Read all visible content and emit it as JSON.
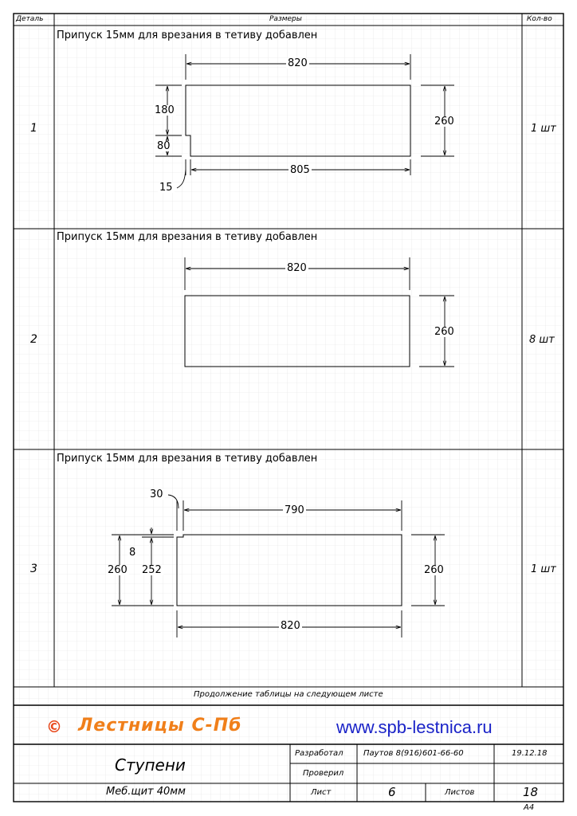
{
  "header": {
    "col_detail": "Деталь",
    "col_sizes": "Размеры",
    "col_qty": "Кол-во"
  },
  "rows": [
    {
      "num": "1",
      "note": "Припуск 15мм для врезания в тетиву добавлен",
      "qty": "1 шт",
      "dims": {
        "top": "820",
        "d180": "180",
        "d80": "80",
        "right": "260",
        "bottom": "805",
        "d15": "15"
      }
    },
    {
      "num": "2",
      "note": "Припуск 15мм для врезания в тетиву добавлен",
      "qty": "8 шт",
      "dims": {
        "top": "820",
        "right": "260"
      }
    },
    {
      "num": "3",
      "note": "Припуск 15мм для врезания в тетиву добавлен",
      "qty": "1 шт",
      "dims": {
        "d30": "30",
        "top": "790",
        "d8": "8",
        "left260": "260",
        "d252": "252",
        "right": "260",
        "bottom": "820"
      }
    }
  ],
  "continuation": "Продолжение таблицы на следующем листе",
  "brand": {
    "copyright": "©",
    "name": "Лестницы С-Пб",
    "url": "www.spb-lestnica.ru",
    "accent_color": "#f07f1a",
    "url_color": "#1a23c8"
  },
  "title_block": {
    "title": "Ступени",
    "material": "Меб.щит 40мм",
    "developed_label": "Разработал",
    "developer": "Паутов 8(916)601-66-60",
    "date": "19.12.18",
    "checked_label": "Проверил",
    "sheet_label": "Лист",
    "sheet_num": "6",
    "sheets_label": "Листов",
    "sheets_total": "18",
    "format": "А4"
  }
}
